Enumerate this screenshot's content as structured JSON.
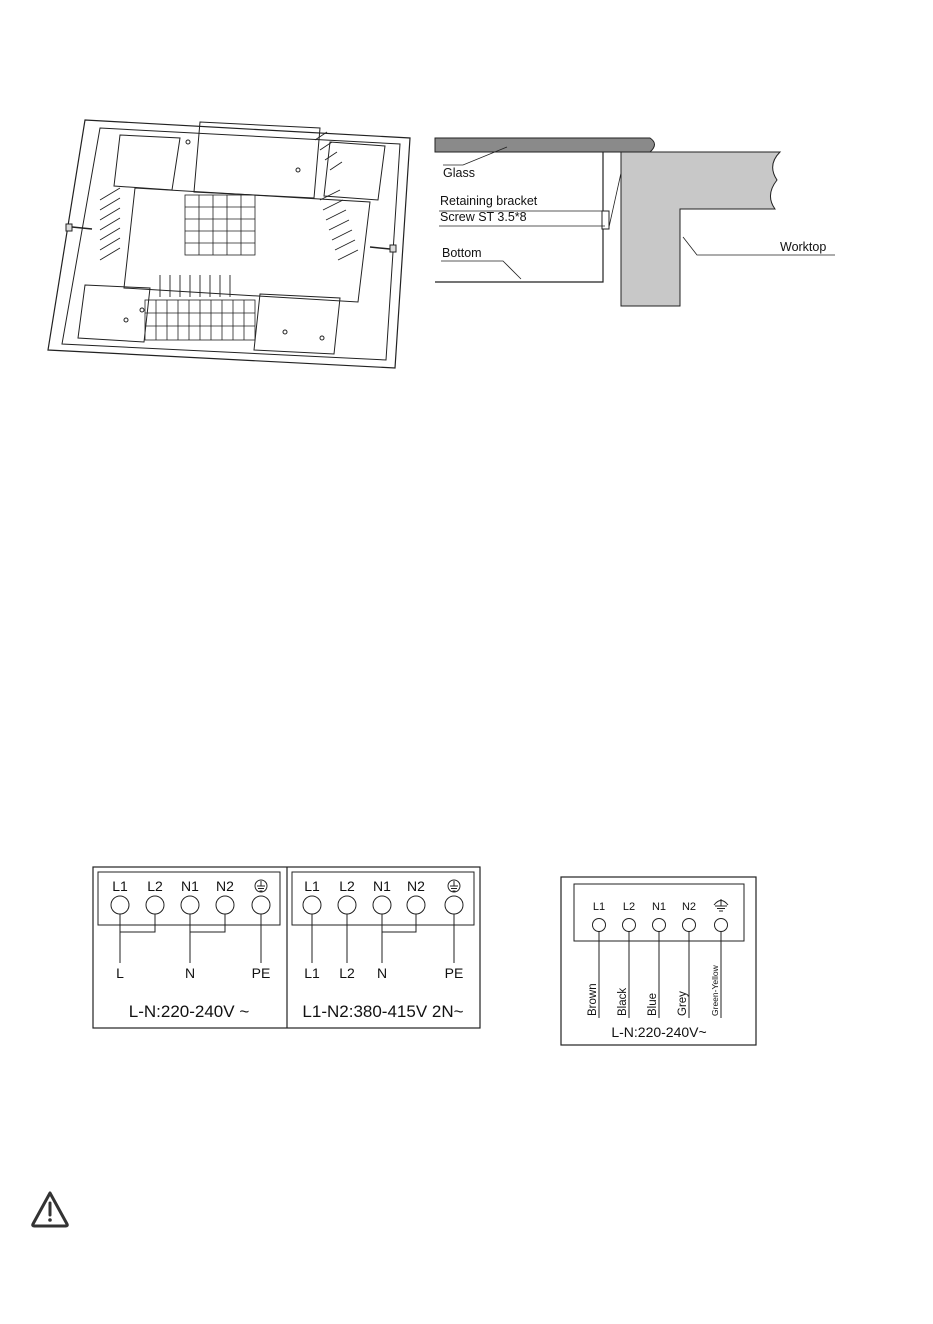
{
  "installation_section": {
    "labels": {
      "glass": "Glass",
      "retaining_bracket": "Retaining bracket",
      "screw": "Screw ST 3.5*8",
      "bottom": "Bottom",
      "worktop": "Worktop"
    }
  },
  "terminal_diagram_a": {
    "left": {
      "terminals": [
        "L1",
        "L2",
        "N1",
        "N2"
      ],
      "outputs": [
        "L",
        "N",
        "PE"
      ],
      "caption": "L-N:220-240V ~"
    },
    "right": {
      "terminals": [
        "L1",
        "L2",
        "N1",
        "N2"
      ],
      "outputs": [
        "L1",
        "L2",
        "N",
        "PE"
      ],
      "caption": "L1-N2:380-415V 2N~"
    }
  },
  "terminal_diagram_b": {
    "terminals": [
      "L1",
      "L2",
      "N1",
      "N2"
    ],
    "wires": [
      "Brown",
      "Black",
      "Blue",
      "Grey",
      "Green-Yellow"
    ],
    "caption": "L-N:220-240V~"
  },
  "colors": {
    "line": "#1a1a1a",
    "worktop": "#c8c8c8",
    "glass": "#808080"
  },
  "icons": {
    "warning": "warning-triangle-icon",
    "earth": "earth-ground-icon"
  }
}
